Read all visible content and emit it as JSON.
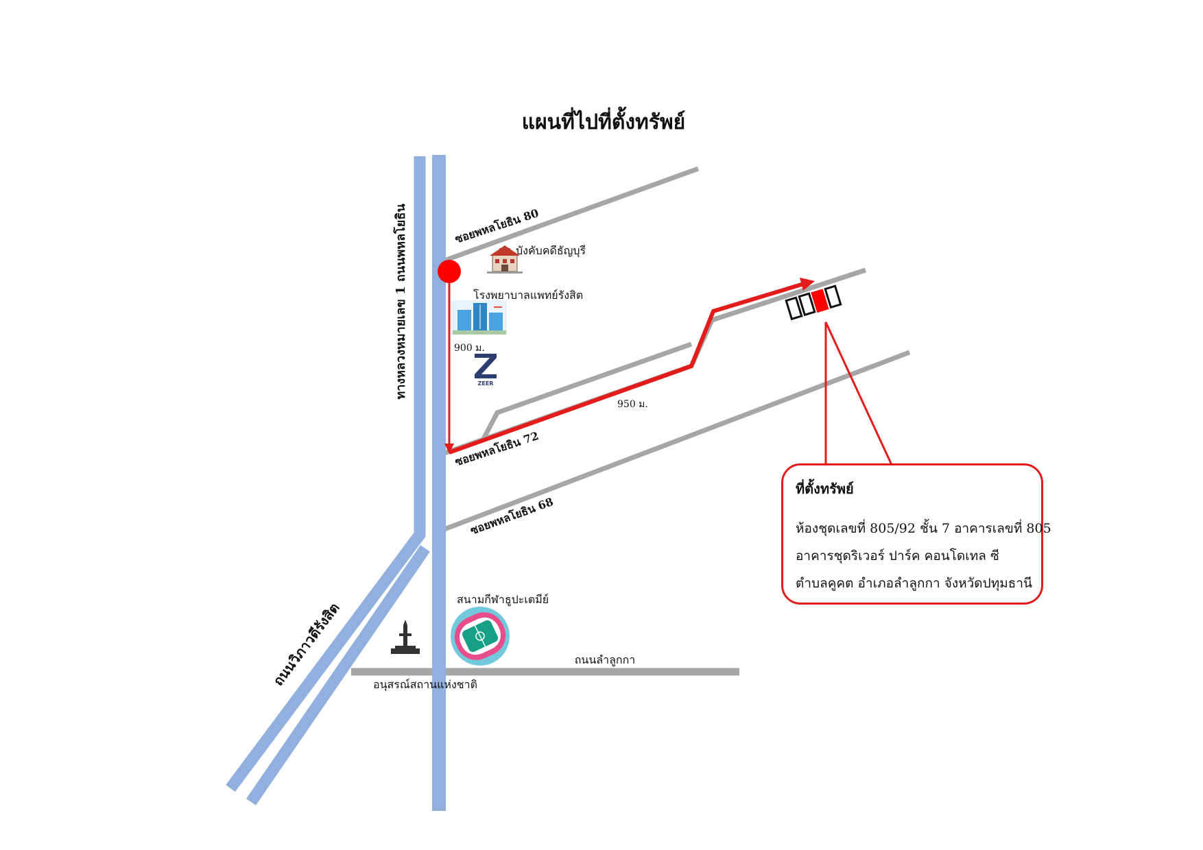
{
  "map_title": "แผนที่ไปที่ตั้งทรัพย์",
  "roads": {
    "phahon_main": "ทางหลวงหมายเลข 1 ถนนพหลโยธิน",
    "vibhavadi": "ถนนวิภาวดีรังสิต",
    "soi_80": "ซอยพหลโยธิน 80",
    "soi_72": "ซอยพหลโยธิน 72",
    "soi_68": "ซอยพหลโยธิน 68",
    "lam_luk_ka": "ถนนลำลูกกา"
  },
  "landmarks": {
    "school": "บังคับคดีธัญบุรี",
    "hospital": "โรงพยาบาลแพทย์รังสิต",
    "condo_logo": "ZEER",
    "stadium": "สนามกีฬาธูปะเตมีย์",
    "monument": "อนุสรณ์สถานแห่งชาติ"
  },
  "distances": {
    "d1": "900 ม.",
    "d2": "950 ม."
  },
  "info_box": {
    "heading": "ที่ตั้งทรัพย์",
    "line1": "ห้องชุดเลขที่ 805/92 ชั้น 7 อาคารเลขที่ 805",
    "line2": "อาคารชุดริเวอร์ ปาร์ค คอนโดเทล ซี",
    "line3": "ตำบลคูคต อำเภอลำลูกกา จังหวัดปทุมธานี"
  },
  "colors": {
    "main_road": "#92b0de",
    "side_road": "#a6a6a6",
    "route": "#e41b1b"
  },
  "icons": [
    "school-building-icon",
    "hospital-building-icon",
    "zeer-logo-icon",
    "monument-icon",
    "stadium-icon",
    "start-point-icon",
    "target-building-icon"
  ]
}
